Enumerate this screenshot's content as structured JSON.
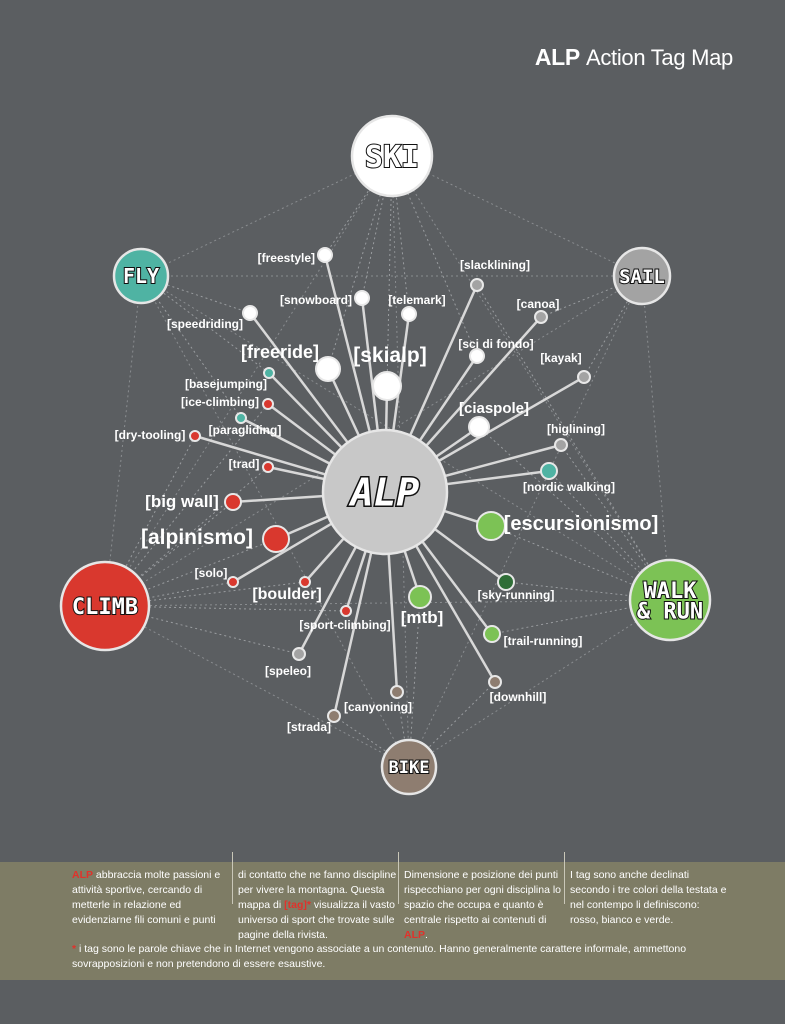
{
  "header": {
    "brand": "ALP",
    "title": "Action Tag Map"
  },
  "colors": {
    "red": "#d9382e",
    "white": "#ffffff",
    "teal": "#4fb3a3",
    "green": "#7cc255",
    "darkgreen": "#2f6e37",
    "gray": "#a3a3a3",
    "brown": "#8e7d70",
    "center": "#c8c8c8"
  },
  "hubs": [
    {
      "id": "ski",
      "label": "SKI",
      "color": "white"
    },
    {
      "id": "fly",
      "label": "FLY",
      "color": "teal"
    },
    {
      "id": "sail",
      "label": "SAIL",
      "color": "gray"
    },
    {
      "id": "climb",
      "label": "CLIMB",
      "color": "red"
    },
    {
      "id": "walk",
      "label": "WALK",
      "label2": "& RUN",
      "color": "green"
    },
    {
      "id": "bike",
      "label": "BIKE",
      "color": "brown"
    },
    {
      "id": "alp",
      "label": "ALP",
      "color": "center"
    }
  ],
  "tags": [
    {
      "label": "[freestyle]",
      "color": "white",
      "hub": "ski"
    },
    {
      "label": "[snowboard]",
      "color": "white",
      "hub": "ski"
    },
    {
      "label": "[telemark]",
      "color": "white",
      "hub": "ski"
    },
    {
      "label": "[slacklining]",
      "color": "gray",
      "hub": "walk"
    },
    {
      "label": "[canoa]",
      "color": "gray",
      "hub": "sail"
    },
    {
      "label": "[speedriding]",
      "color": "white",
      "hub": "fly"
    },
    {
      "label": "[freeride]",
      "color": "white",
      "hub": "ski"
    },
    {
      "label": "[skialp]",
      "color": "white",
      "hub": "ski"
    },
    {
      "label": "[sci di fondo]",
      "color": "white",
      "hub": "ski"
    },
    {
      "label": "[kayak]",
      "color": "gray",
      "hub": "sail"
    },
    {
      "label": "[basejumping]",
      "color": "teal",
      "hub": "fly"
    },
    {
      "label": "[ice-climbing]",
      "color": "red",
      "hub": "climb"
    },
    {
      "label": "[paragliding]",
      "color": "teal",
      "hub": "fly"
    },
    {
      "label": "[dry-tooling]",
      "color": "red",
      "hub": "climb"
    },
    {
      "label": "[ciaspole]",
      "color": "white",
      "hub": "walk"
    },
    {
      "label": "[higlining]",
      "color": "gray",
      "hub": "walk"
    },
    {
      "label": "[trad]",
      "color": "red",
      "hub": "climb"
    },
    {
      "label": "[nordic walking]",
      "color": "teal",
      "hub": "walk"
    },
    {
      "label": "[big wall]",
      "color": "red",
      "hub": "climb"
    },
    {
      "label": "[alpinismo]",
      "color": "red",
      "hub": "climb"
    },
    {
      "label": "[escursionismo]",
      "color": "green",
      "hub": "walk"
    },
    {
      "label": "[solo]",
      "color": "red",
      "hub": "climb"
    },
    {
      "label": "[boulder]",
      "color": "red",
      "hub": "climb"
    },
    {
      "label": "[sky-running]",
      "color": "darkgreen",
      "hub": "walk"
    },
    {
      "label": "[mtb]",
      "color": "green",
      "hub": "bike"
    },
    {
      "label": "[sport-climbing]",
      "color": "red",
      "hub": "climb"
    },
    {
      "label": "[trail-running]",
      "color": "green",
      "hub": "walk"
    },
    {
      "label": "[speleo]",
      "color": "gray",
      "hub": "climb"
    },
    {
      "label": "[canyoning]",
      "color": "brown",
      "hub": "bike"
    },
    {
      "label": "[downhill]",
      "color": "brown",
      "hub": "bike"
    },
    {
      "label": "[strada]",
      "color": "brown",
      "hub": "bike"
    }
  ],
  "footer": {
    "col1_brand": "ALP",
    "col1": "abbraccia molte passioni e attività sportive, cercando di metterle in relazione ed evidenziarne fili comuni e punti",
    "col2_a": "di contatto che ne fanno discipline per vivere la montagna. Questa mappa di",
    "col2_tag": "[tag]*",
    "col2_b": "visualizza il vasto universo di sport che trovate sulle pagine della rivista.",
    "col3_a": "Dimensione e posizione dei punti rispecchiano per ogni disciplina lo spazio che occupa e quanto è centrale rispetto ai contenuti di",
    "col3_brand": "ALP",
    "col3_end": ".",
    "col4": "I tag sono anche declinati secondo i tre colori della testata e nel contempo li definiscono: rosso, bianco e verde.",
    "note_star": "*",
    "note": "i tag sono le parole chiave che in Internet vengono associate a un contenuto. Hanno generalmente carattere informale, ammettono sovrapposizioni e non pretendono di essere esaustive."
  }
}
